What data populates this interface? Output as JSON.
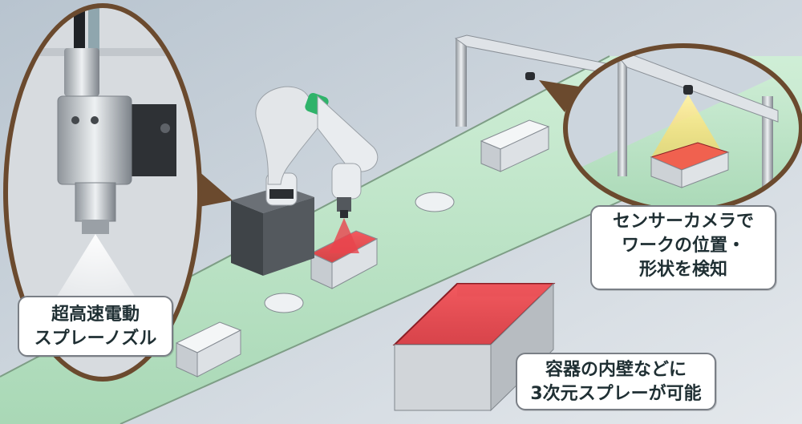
{
  "callouts": {
    "camera": {
      "lines": [
        "センサーカメラで",
        "ワークの位置・",
        "形状を検知"
      ]
    },
    "nozzle": {
      "lines": [
        "超高速電動",
        "スプレーノズル"
      ]
    },
    "spray3d": {
      "lines": [
        "容器の内壁などに",
        "3次元スプレーが可能"
      ]
    }
  },
  "colors": {
    "background": "#c9d2db",
    "conveyor_belt": "#bfe3c8",
    "spray_red": "#e8444c",
    "camera_light": "#ffe36a",
    "robot_accent": "#2fb36a",
    "bubble_border": "#6b4a2e"
  }
}
